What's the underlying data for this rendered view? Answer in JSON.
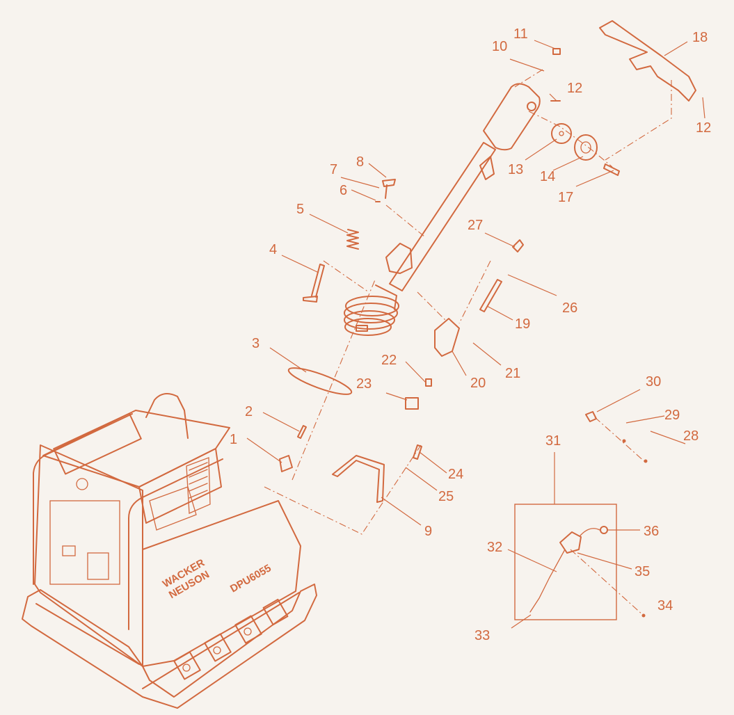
{
  "accent_color": "#d2693f",
  "background_color": "#f7f3ee",
  "machine": {
    "brand_line1": "WACKER",
    "brand_line2": "NEUSON",
    "model": "DPU6055"
  },
  "callouts": [
    {
      "id": "1",
      "label": "1"
    },
    {
      "id": "2",
      "label": "2"
    },
    {
      "id": "3",
      "label": "3"
    },
    {
      "id": "4",
      "label": "4"
    },
    {
      "id": "5",
      "label": "5"
    },
    {
      "id": "6",
      "label": "6"
    },
    {
      "id": "7",
      "label": "7"
    },
    {
      "id": "8",
      "label": "8"
    },
    {
      "id": "9",
      "label": "9"
    },
    {
      "id": "10",
      "label": "10"
    },
    {
      "id": "11",
      "label": "11"
    },
    {
      "id": "12a",
      "label": "12"
    },
    {
      "id": "12b",
      "label": "12"
    },
    {
      "id": "13",
      "label": "13"
    },
    {
      "id": "14",
      "label": "14"
    },
    {
      "id": "17",
      "label": "17"
    },
    {
      "id": "18",
      "label": "18"
    },
    {
      "id": "19",
      "label": "19"
    },
    {
      "id": "20",
      "label": "20"
    },
    {
      "id": "21",
      "label": "21"
    },
    {
      "id": "22",
      "label": "22"
    },
    {
      "id": "23",
      "label": "23"
    },
    {
      "id": "24",
      "label": "24"
    },
    {
      "id": "25",
      "label": "25"
    },
    {
      "id": "26",
      "label": "26"
    },
    {
      "id": "27",
      "label": "27"
    },
    {
      "id": "28",
      "label": "28"
    },
    {
      "id": "29",
      "label": "29"
    },
    {
      "id": "30",
      "label": "30"
    },
    {
      "id": "31",
      "label": "31"
    },
    {
      "id": "32",
      "label": "32"
    },
    {
      "id": "33",
      "label": "33"
    },
    {
      "id": "34",
      "label": "34"
    },
    {
      "id": "35",
      "label": "35"
    },
    {
      "id": "36",
      "label": "36"
    }
  ]
}
